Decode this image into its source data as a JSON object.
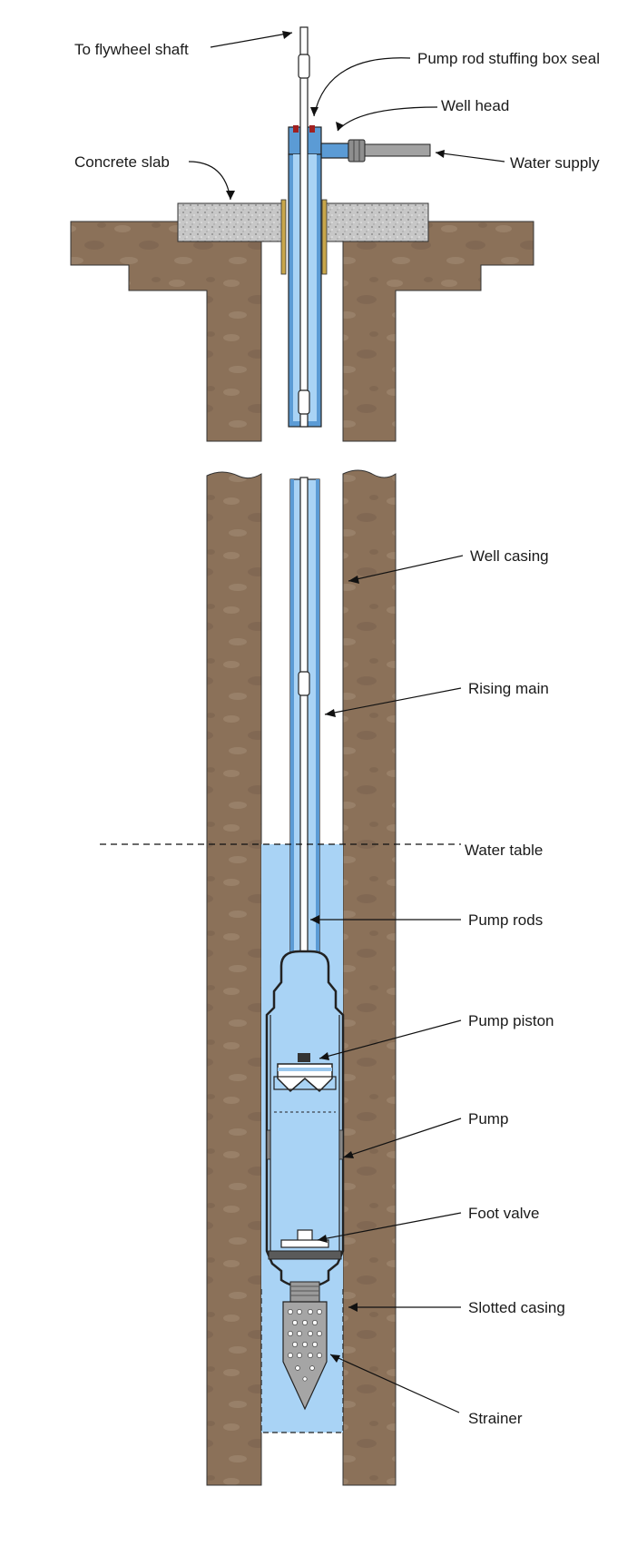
{
  "labels": {
    "flywheel_shaft": "To flywheel shaft",
    "stuffing_box_seal": "Pump rod stuffing box seal",
    "well_head": "Well head",
    "concrete_slab": "Concrete slab",
    "water_supply": "Water supply",
    "well_casing": "Well casing",
    "rising_main": "Rising main",
    "water_table": "Water table",
    "pump_rods": "Pump rods",
    "pump_piston": "Pump piston",
    "pump": "Pump",
    "foot_valve": "Foot valve",
    "slotted_casing": "Slotted casing",
    "strainer": "Strainer"
  },
  "colors": {
    "soil": "#8b7159",
    "soil_light": "#9e8670",
    "concrete": "#c9c9c9",
    "water": "#a9d3f5",
    "pipe": "#5b9bd5",
    "seal": "#a02020",
    "steel": "#9a9a9a",
    "outline": "#222222"
  }
}
